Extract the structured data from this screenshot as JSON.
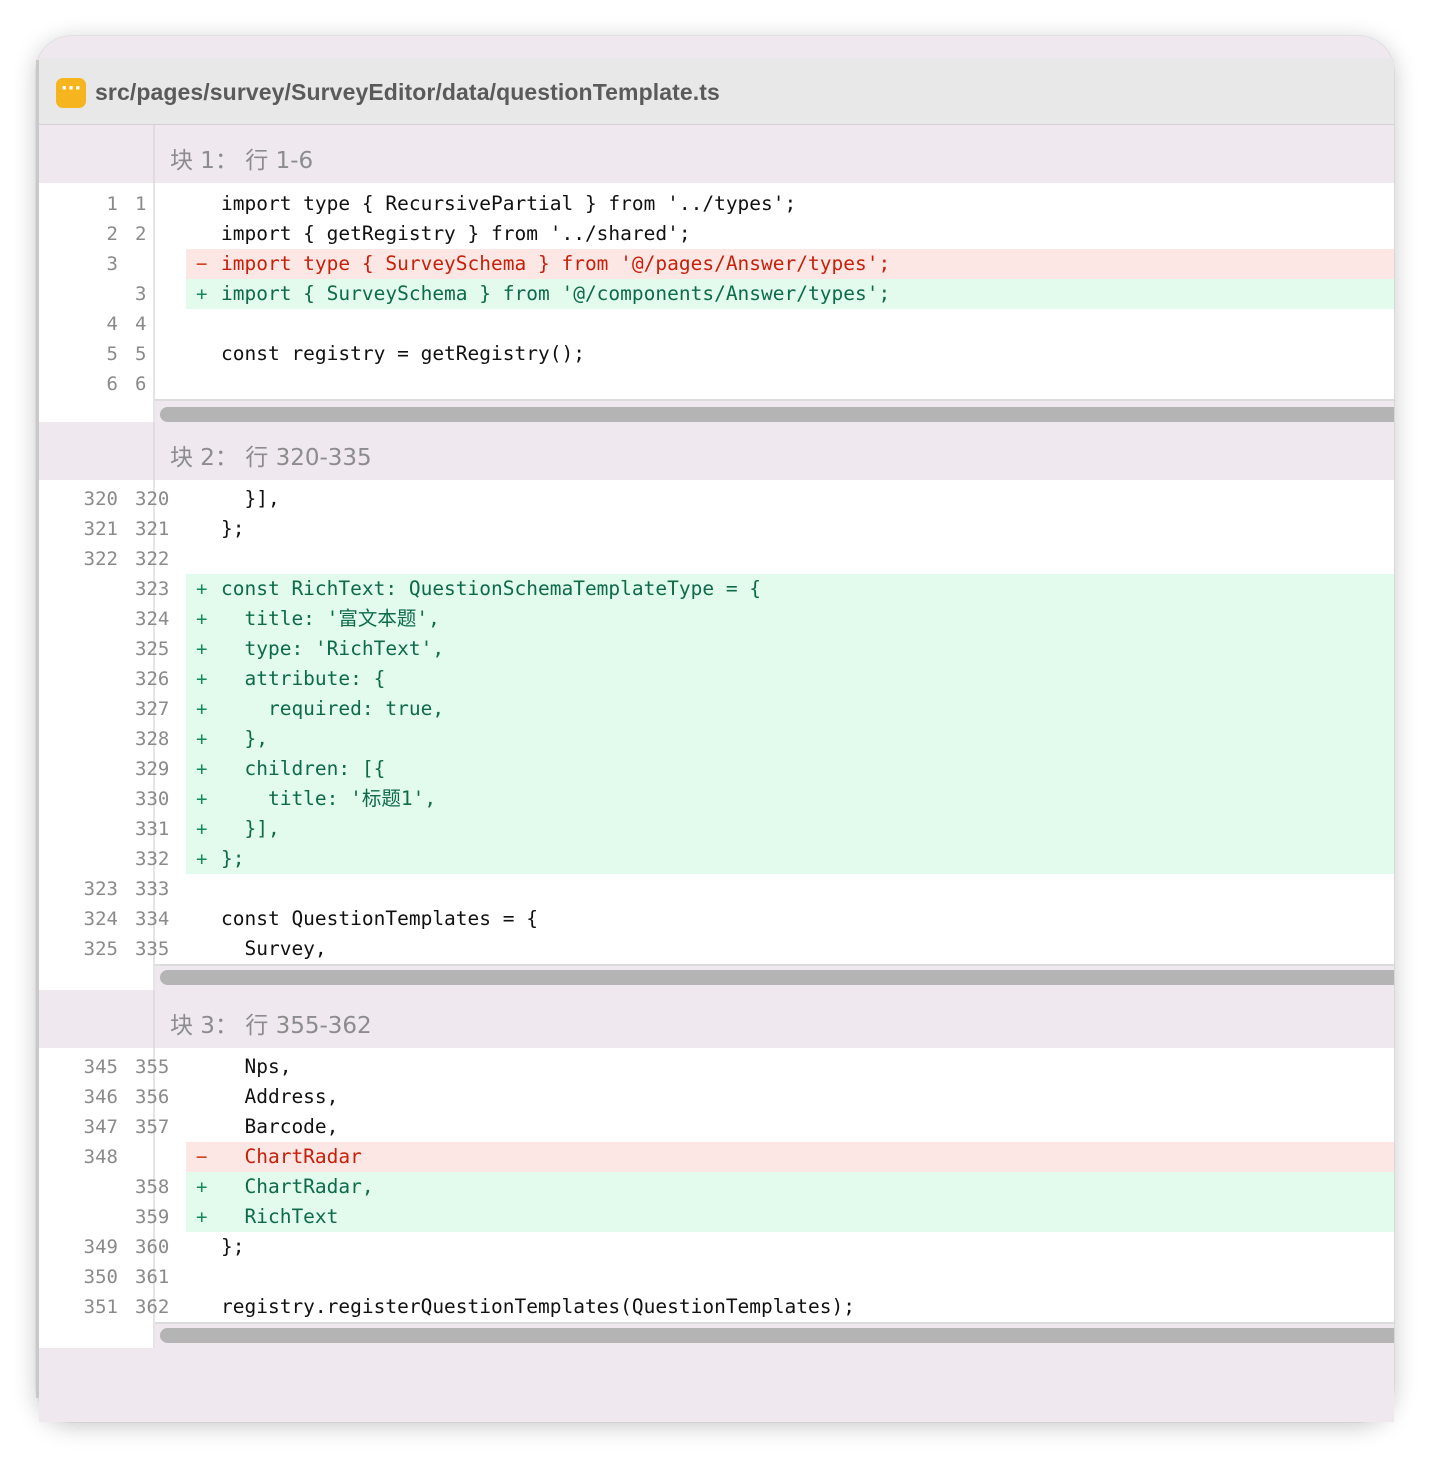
{
  "file": {
    "icon": "more-dots-icon",
    "icon_glyph": "···",
    "path": "src/pages/survey/SurveyEditor/data/questionTemplate.ts"
  },
  "colors": {
    "deleted_bg": "#fde7e5",
    "deleted_text": "#c7200a",
    "added_bg": "#e2fbed",
    "added_text": "#0d6b4a",
    "icon_bg": "#f6b51f"
  },
  "chunks": [
    {
      "title": "块 1： 行 1-6",
      "lines": [
        {
          "old": "1",
          "new": "1",
          "type": "ctx",
          "sign": "",
          "code": "import type { RecursivePartial } from '../types';"
        },
        {
          "old": "2",
          "new": "2",
          "type": "ctx",
          "sign": "",
          "code": "import { getRegistry } from '../shared';"
        },
        {
          "old": "3",
          "new": "",
          "type": "del",
          "sign": "−",
          "code": "import type { SurveySchema } from '@/pages/Answer/types';"
        },
        {
          "old": "",
          "new": "3",
          "type": "add",
          "sign": "+",
          "code": "import { SurveySchema } from '@/components/Answer/types';"
        },
        {
          "old": "4",
          "new": "4",
          "type": "ctx",
          "sign": "",
          "code": ""
        },
        {
          "old": "5",
          "new": "5",
          "type": "ctx",
          "sign": "",
          "code": "const registry = getRegistry();"
        },
        {
          "old": "6",
          "new": "6",
          "type": "ctx",
          "sign": "",
          "code": ""
        }
      ]
    },
    {
      "title": "块 2： 行 320-335",
      "lines": [
        {
          "old": "320",
          "new": "320",
          "type": "ctx",
          "sign": "",
          "code": "  }],"
        },
        {
          "old": "321",
          "new": "321",
          "type": "ctx",
          "sign": "",
          "code": "};"
        },
        {
          "old": "322",
          "new": "322",
          "type": "ctx",
          "sign": "",
          "code": ""
        },
        {
          "old": "",
          "new": "323",
          "type": "add",
          "sign": "+",
          "code": "const RichText: QuestionSchemaTemplateType = {"
        },
        {
          "old": "",
          "new": "324",
          "type": "add",
          "sign": "+",
          "code": "  title: '富文本题',"
        },
        {
          "old": "",
          "new": "325",
          "type": "add",
          "sign": "+",
          "code": "  type: 'RichText',"
        },
        {
          "old": "",
          "new": "326",
          "type": "add",
          "sign": "+",
          "code": "  attribute: {"
        },
        {
          "old": "",
          "new": "327",
          "type": "add",
          "sign": "+",
          "code": "    required: true,"
        },
        {
          "old": "",
          "new": "328",
          "type": "add",
          "sign": "+",
          "code": "  },"
        },
        {
          "old": "",
          "new": "329",
          "type": "add",
          "sign": "+",
          "code": "  children: [{"
        },
        {
          "old": "",
          "new": "330",
          "type": "add",
          "sign": "+",
          "code": "    title: '标题1',"
        },
        {
          "old": "",
          "new": "331",
          "type": "add",
          "sign": "+",
          "code": "  }],"
        },
        {
          "old": "",
          "new": "332",
          "type": "add",
          "sign": "+",
          "code": "};"
        },
        {
          "old": "323",
          "new": "333",
          "type": "ctx",
          "sign": "",
          "code": ""
        },
        {
          "old": "324",
          "new": "334",
          "type": "ctx",
          "sign": "",
          "code": "const QuestionTemplates = {"
        },
        {
          "old": "325",
          "new": "335",
          "type": "ctx",
          "sign": "",
          "code": "  Survey,"
        }
      ]
    },
    {
      "title": "块 3： 行 355-362",
      "lines": [
        {
          "old": "345",
          "new": "355",
          "type": "ctx",
          "sign": "",
          "code": "  Nps,"
        },
        {
          "old": "346",
          "new": "356",
          "type": "ctx",
          "sign": "",
          "code": "  Address,"
        },
        {
          "old": "347",
          "new": "357",
          "type": "ctx",
          "sign": "",
          "code": "  Barcode,"
        },
        {
          "old": "348",
          "new": "",
          "type": "del",
          "sign": "−",
          "code": "  ChartRadar"
        },
        {
          "old": "",
          "new": "358",
          "type": "add",
          "sign": "+",
          "code": "  ChartRadar,"
        },
        {
          "old": "",
          "new": "359",
          "type": "add",
          "sign": "+",
          "code": "  RichText"
        },
        {
          "old": "349",
          "new": "360",
          "type": "ctx",
          "sign": "",
          "code": "};"
        },
        {
          "old": "350",
          "new": "361",
          "type": "ctx",
          "sign": "",
          "code": ""
        },
        {
          "old": "351",
          "new": "362",
          "type": "ctx",
          "sign": "",
          "code": "registry.registerQuestionTemplates(QuestionTemplates);"
        }
      ]
    }
  ]
}
